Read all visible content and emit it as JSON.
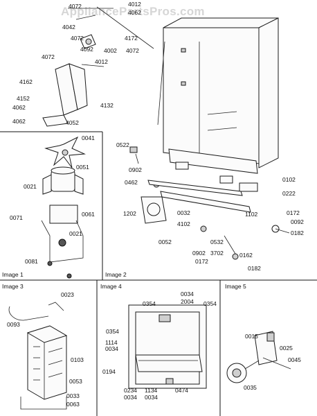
{
  "watermark": "AppliancePartsPros.com",
  "panels": {
    "image1": "Image 1",
    "image2": "Image 2",
    "image3": "Image 3",
    "image4": "Image 4",
    "image5": "Image 5"
  },
  "part_numbers": {
    "main": [
      {
        "id": "m4072a",
        "text": "4072"
      },
      {
        "id": "m4012a",
        "text": "4012"
      },
      {
        "id": "m4042",
        "text": "4042"
      },
      {
        "id": "m4062a",
        "text": "4062"
      },
      {
        "id": "m4072b",
        "text": "4072"
      },
      {
        "id": "m4172",
        "text": "4172"
      },
      {
        "id": "m4092",
        "text": "4092"
      },
      {
        "id": "m4002",
        "text": "4002"
      },
      {
        "id": "m4072c",
        "text": "4072"
      },
      {
        "id": "m4072d",
        "text": "4072"
      },
      {
        "id": "m4012b",
        "text": "4012"
      },
      {
        "id": "m4162",
        "text": "4162"
      },
      {
        "id": "m4152",
        "text": "4152"
      },
      {
        "id": "m4062b",
        "text": "4062"
      },
      {
        "id": "m4132",
        "text": "4132"
      },
      {
        "id": "m4062c",
        "text": "4062"
      },
      {
        "id": "m4052",
        "text": "4052"
      }
    ],
    "image1": [
      {
        "id": "i1_0041",
        "text": "0041"
      },
      {
        "id": "i1_0051",
        "text": "0051"
      },
      {
        "id": "i1_0021a",
        "text": "0021"
      },
      {
        "id": "i1_0071",
        "text": "0071"
      },
      {
        "id": "i1_0061",
        "text": "0061"
      },
      {
        "id": "i1_0021b",
        "text": "0021"
      },
      {
        "id": "i1_0081",
        "text": "0081"
      }
    ],
    "image2": [
      {
        "id": "i2_0522",
        "text": "0522"
      },
      {
        "id": "i2_0902a",
        "text": "0902"
      },
      {
        "id": "i2_0462",
        "text": "0462"
      },
      {
        "id": "i2_0102",
        "text": "0102"
      },
      {
        "id": "i2_0222",
        "text": "0222"
      },
      {
        "id": "i2_1202",
        "text": "1202"
      },
      {
        "id": "i2_0032",
        "text": "0032"
      },
      {
        "id": "i2_1102",
        "text": "1102"
      },
      {
        "id": "i2_0172a",
        "text": "0172"
      },
      {
        "id": "i2_4102",
        "text": "4102"
      },
      {
        "id": "i2_0092",
        "text": "0092"
      },
      {
        "id": "i2_0052",
        "text": "0052"
      },
      {
        "id": "i2_0532",
        "text": "0532"
      },
      {
        "id": "i2_0182a",
        "text": "0182"
      },
      {
        "id": "i2_0902b",
        "text": "0902"
      },
      {
        "id": "i2_3702",
        "text": "3702"
      },
      {
        "id": "i2_0162",
        "text": "0162"
      },
      {
        "id": "i2_0172b",
        "text": "0172"
      },
      {
        "id": "i2_0182b",
        "text": "0182"
      }
    ],
    "image3": [
      {
        "id": "i3_0023",
        "text": "0023"
      },
      {
        "id": "i3_0093",
        "text": "0093"
      },
      {
        "id": "i3_0103",
        "text": "0103"
      },
      {
        "id": "i3_0053",
        "text": "0053"
      },
      {
        "id": "i3_0033",
        "text": "0033"
      },
      {
        "id": "i3_0063",
        "text": "0063"
      }
    ],
    "image4": [
      {
        "id": "i4_0034a",
        "text": "0034"
      },
      {
        "id": "i4_2004",
        "text": "2004"
      },
      {
        "id": "i4_0354a",
        "text": "0354"
      },
      {
        "id": "i4_0354b",
        "text": "0354"
      },
      {
        "id": "i4_0354c",
        "text": "0354"
      },
      {
        "id": "i4_1114",
        "text": "1114"
      },
      {
        "id": "i4_0034b",
        "text": "0034"
      },
      {
        "id": "i4_0194",
        "text": "0194"
      },
      {
        "id": "i4_0234",
        "text": "0234"
      },
      {
        "id": "i4_0034c",
        "text": "0034"
      },
      {
        "id": "i4_1134",
        "text": "1134"
      },
      {
        "id": "i4_0034d",
        "text": "0034"
      },
      {
        "id": "i4_0474",
        "text": "0474"
      }
    ],
    "image5": [
      {
        "id": "i5_0015",
        "text": "0015"
      },
      {
        "id": "i5_0025",
        "text": "0025"
      },
      {
        "id": "i5_0045",
        "text": "0045"
      },
      {
        "id": "i5_0035",
        "text": "0035"
      }
    ]
  }
}
